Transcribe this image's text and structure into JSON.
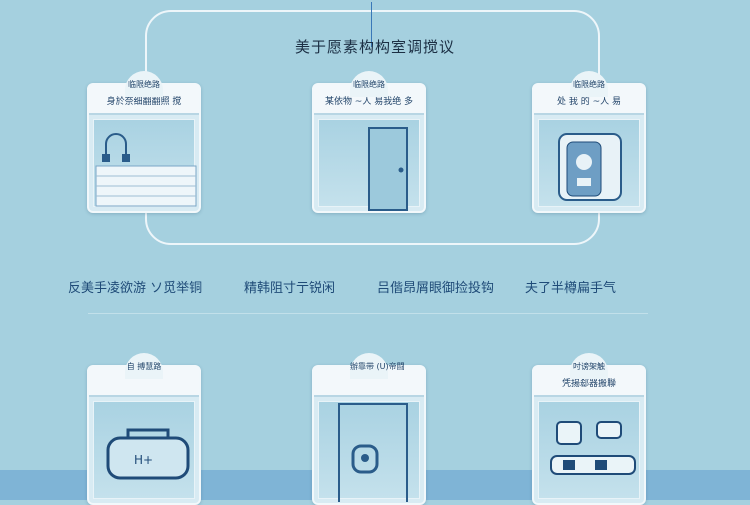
{
  "title": "美于愿素构构室调搅议",
  "top_cards": [
    {
      "badge": "临限绝路",
      "label": "身於奈细翻翻照 搅",
      "icon": "bathtub-icon"
    },
    {
      "badge": "临限绝路",
      "label": "某依物 ~人 易我绝 多",
      "icon": "door-icon"
    },
    {
      "badge": "临限绝路",
      "label": "处 我 的 ~人 易",
      "icon": "wallet-icon"
    }
  ],
  "middle_labels": [
    "反美手凌欲游 ソ觅举铜",
    "精韩阻寸亍锐闲",
    "吕偕昂屑眼御捡投钩",
    "夫了半樽扁手气"
  ],
  "bottom_cards": [
    {
      "badge": "自 搏慧路",
      "label": "",
      "icon": "bag-icon"
    },
    {
      "badge": "辦靠带 (U)帝闘",
      "label": "",
      "icon": "lock-icon"
    },
    {
      "badge": "吋谤架触",
      "label": "凭揚郄器搬聯",
      "icon": "device-icon"
    }
  ]
}
